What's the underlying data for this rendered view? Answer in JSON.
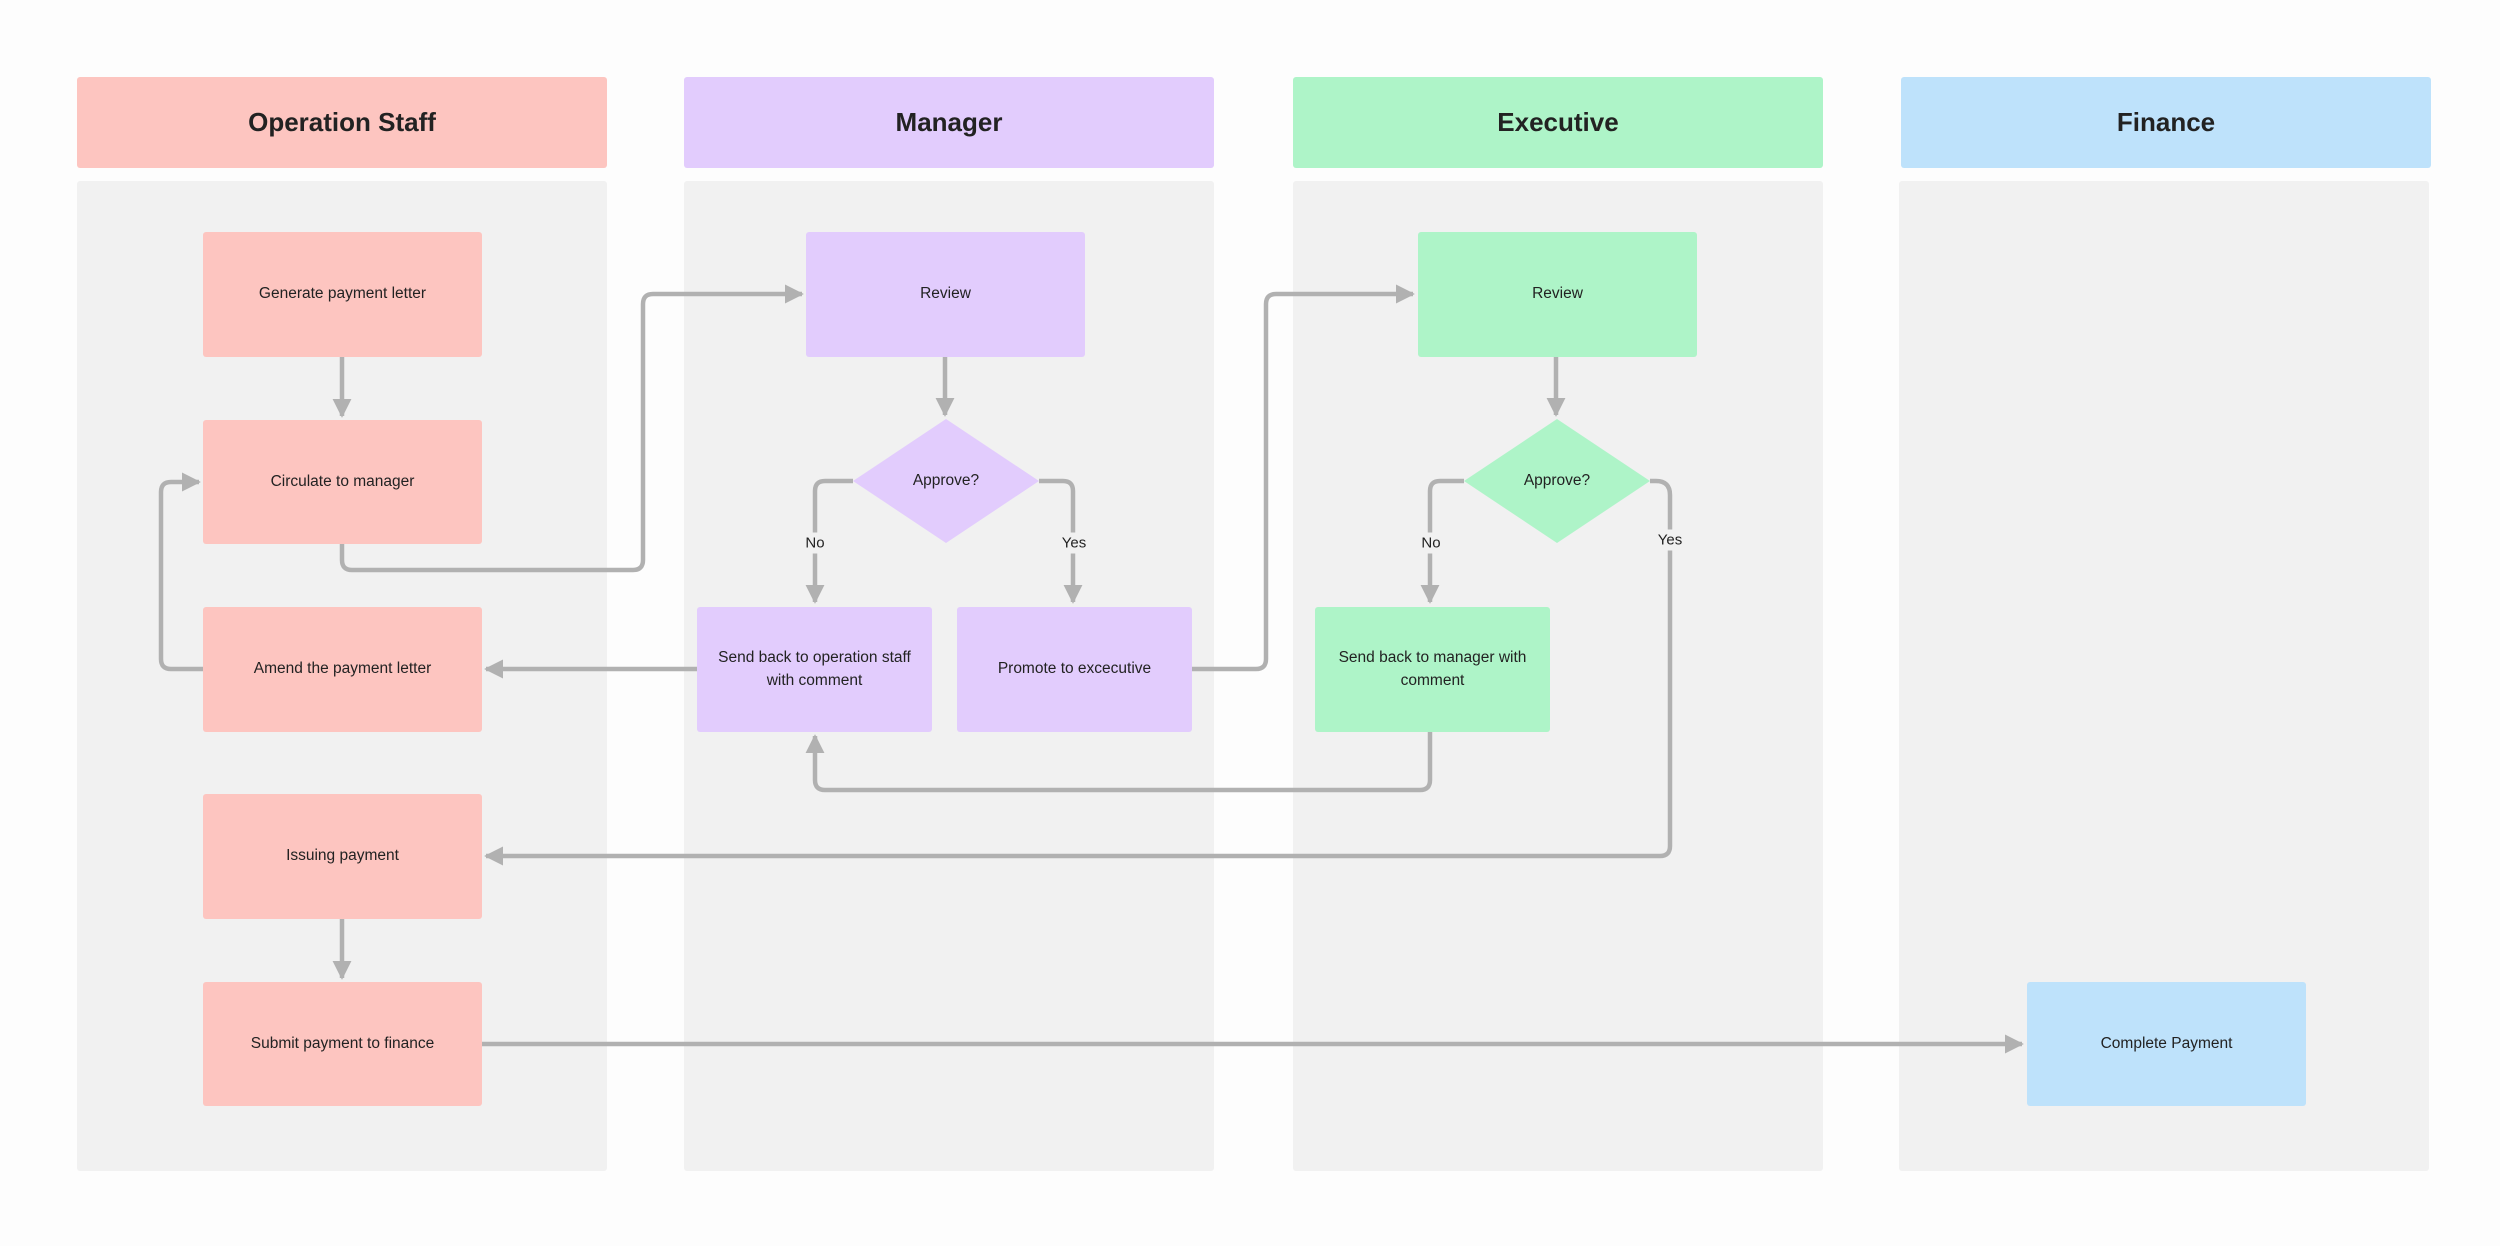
{
  "colors": {
    "operation": "#fdc5c0",
    "manager": "#e2ccfd",
    "executive": "#aef4c8",
    "finance": "#bee2fb",
    "lane_bg": "#f1f1f1",
    "edge": "#b1b1b1"
  },
  "lanes": {
    "operation_staff": "Operation Staff",
    "manager": "Manager",
    "executive": "Executive",
    "finance": "Finance"
  },
  "nodes": {
    "generate_payment_letter": "Generate payment letter",
    "circulate_to_manager": "Circulate to manager",
    "amend_payment_letter": "Amend the payment letter",
    "issuing_payment": "Issuing payment",
    "submit_payment_to_finance": "Submit payment to finance",
    "manager_review": "Review",
    "manager_approve": "Approve?",
    "send_back_to_operation": "Send back to operation staff with comment",
    "promote_to_executive": "Promote to excecutive",
    "executive_review": "Review",
    "executive_approve": "Approve?",
    "send_back_to_manager": "Send back to manager with comment",
    "complete_payment": "Complete Payment"
  },
  "edge_labels": {
    "manager_no": "No",
    "manager_yes": "Yes",
    "executive_no": "No",
    "executive_yes": "Yes"
  }
}
